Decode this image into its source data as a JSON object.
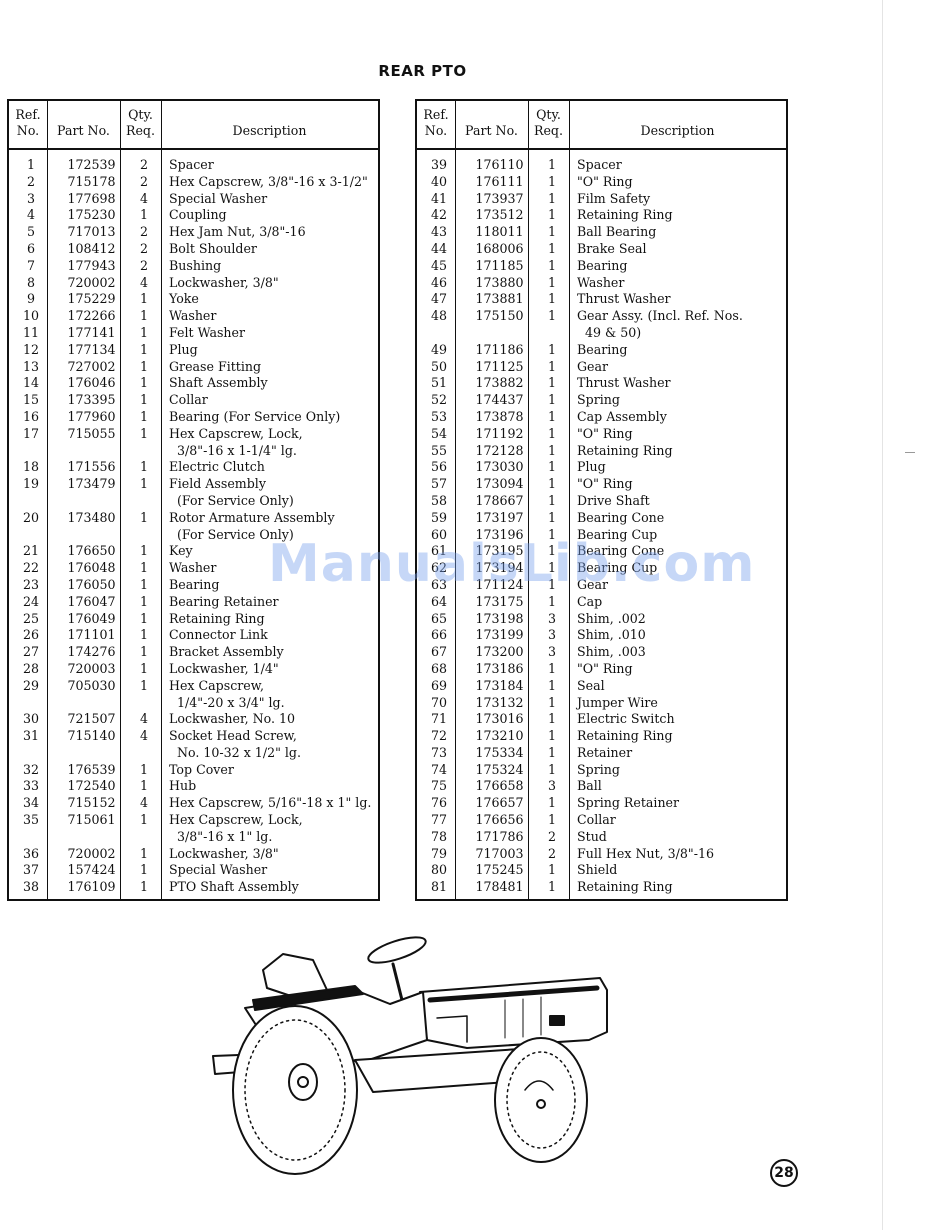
{
  "title": "REAR PTO",
  "columns": {
    "ref": [
      "Ref.",
      "No."
    ],
    "part": "Part No.",
    "qty": [
      "Qty.",
      "Req."
    ],
    "desc": "Description"
  },
  "tables": [
    {
      "rows": [
        {
          "ref": "1",
          "part": "172539",
          "qty": "2",
          "desc": "Spacer"
        },
        {
          "ref": "2",
          "part": "715178",
          "qty": "2",
          "desc": "Hex Capscrew, 3/8\"-16 x 3-1/2\""
        },
        {
          "ref": "3",
          "part": "177698",
          "qty": "4",
          "desc": "Special Washer"
        },
        {
          "ref": "4",
          "part": "175230",
          "qty": "1",
          "desc": "Coupling"
        },
        {
          "ref": "5",
          "part": "717013",
          "qty": "2",
          "desc": "Hex Jam Nut, 3/8\"-16"
        },
        {
          "ref": "6",
          "part": "108412",
          "qty": "2",
          "desc": "Bolt Shoulder"
        },
        {
          "ref": "7",
          "part": "177943",
          "qty": "2",
          "desc": "Bushing"
        },
        {
          "ref": "8",
          "part": "720002",
          "qty": "4",
          "desc": "Lockwasher, 3/8\""
        },
        {
          "ref": "9",
          "part": "175229",
          "qty": "1",
          "desc": "Yoke"
        },
        {
          "ref": "10",
          "part": "172266",
          "qty": "1",
          "desc": "Washer"
        },
        {
          "ref": "11",
          "part": "177141",
          "qty": "1",
          "desc": "Felt Washer"
        },
        {
          "ref": "12",
          "part": "177134",
          "qty": "1",
          "desc": "Plug"
        },
        {
          "ref": "13",
          "part": "727002",
          "qty": "1",
          "desc": "Grease Fitting"
        },
        {
          "ref": "14",
          "part": "176046",
          "qty": "1",
          "desc": "Shaft Assembly"
        },
        {
          "ref": "15",
          "part": "173395",
          "qty": "1",
          "desc": "Collar"
        },
        {
          "ref": "16",
          "part": "177960",
          "qty": "1",
          "desc": "Bearing (For Service Only)"
        },
        {
          "ref": "17",
          "part": "715055",
          "qty": "1",
          "desc": "Hex Capscrew, Lock,\n  3/8\"-16 x 1-1/4\" lg."
        },
        {
          "ref": "18",
          "part": "171556",
          "qty": "1",
          "desc": "Electric Clutch"
        },
        {
          "ref": "19",
          "part": "173479",
          "qty": "1",
          "desc": "Field Assembly\n  (For Service Only)"
        },
        {
          "ref": "20",
          "part": "173480",
          "qty": "1",
          "desc": "Rotor Armature Assembly\n  (For Service Only)"
        },
        {
          "ref": "21",
          "part": "176650",
          "qty": "1",
          "desc": "Key"
        },
        {
          "ref": "22",
          "part": "176048",
          "qty": "1",
          "desc": "Washer"
        },
        {
          "ref": "23",
          "part": "176050",
          "qty": "1",
          "desc": "Bearing"
        },
        {
          "ref": "24",
          "part": "176047",
          "qty": "1",
          "desc": "Bearing Retainer"
        },
        {
          "ref": "25",
          "part": "176049",
          "qty": "1",
          "desc": "Retaining Ring"
        },
        {
          "ref": "26",
          "part": "171101",
          "qty": "1",
          "desc": "Connector Link"
        },
        {
          "ref": "27",
          "part": "174276",
          "qty": "1",
          "desc": "Bracket Assembly"
        },
        {
          "ref": "28",
          "part": "720003",
          "qty": "1",
          "desc": "Lockwasher, 1/4\""
        },
        {
          "ref": "29",
          "part": "705030",
          "qty": "1",
          "desc": "Hex Capscrew,\n  1/4\"-20 x 3/4\" lg."
        },
        {
          "ref": "30",
          "part": "721507",
          "qty": "4",
          "desc": "Lockwasher, No. 10"
        },
        {
          "ref": "31",
          "part": "715140",
          "qty": "4",
          "desc": "Socket Head Screw,\n  No. 10-32 x 1/2\" lg."
        },
        {
          "ref": "32",
          "part": "176539",
          "qty": "1",
          "desc": "Top Cover"
        },
        {
          "ref": "33",
          "part": "172540",
          "qty": "1",
          "desc": "Hub"
        },
        {
          "ref": "34",
          "part": "715152",
          "qty": "4",
          "desc": "Hex Capscrew, 5/16\"-18 x 1\" lg."
        },
        {
          "ref": "35",
          "part": "715061",
          "qty": "1",
          "desc": "Hex Capscrew, Lock,\n  3/8\"-16 x 1\" lg."
        },
        {
          "ref": "36",
          "part": "720002",
          "qty": "1",
          "desc": "Lockwasher, 3/8\""
        },
        {
          "ref": "37",
          "part": "157424",
          "qty": "1",
          "desc": "Special Washer"
        },
        {
          "ref": "38",
          "part": "176109",
          "qty": "1",
          "desc": "PTO Shaft Assembly"
        }
      ]
    },
    {
      "rows": [
        {
          "ref": "39",
          "part": "176110",
          "qty": "1",
          "desc": "Spacer"
        },
        {
          "ref": "40",
          "part": "176111",
          "qty": "1",
          "desc": "\"O\" Ring"
        },
        {
          "ref": "41",
          "part": "173937",
          "qty": "1",
          "desc": "Film Safety"
        },
        {
          "ref": "42",
          "part": "173512",
          "qty": "1",
          "desc": "Retaining Ring"
        },
        {
          "ref": "43",
          "part": "118011",
          "qty": "1",
          "desc": "Ball Bearing"
        },
        {
          "ref": "44",
          "part": "168006",
          "qty": "1",
          "desc": "Brake Seal"
        },
        {
          "ref": "45",
          "part": "171185",
          "qty": "1",
          "desc": "Bearing"
        },
        {
          "ref": "46",
          "part": "173880",
          "qty": "1",
          "desc": "Washer"
        },
        {
          "ref": "47",
          "part": "173881",
          "qty": "1",
          "desc": "Thrust Washer"
        },
        {
          "ref": "48",
          "part": "175150",
          "qty": "1",
          "desc": "Gear Assy. (Incl. Ref. Nos.\n  49 & 50)"
        },
        {
          "ref": "49",
          "part": "171186",
          "qty": "1",
          "desc": "Bearing"
        },
        {
          "ref": "50",
          "part": "171125",
          "qty": "1",
          "desc": "Gear"
        },
        {
          "ref": "51",
          "part": "173882",
          "qty": "1",
          "desc": "Thrust Washer"
        },
        {
          "ref": "52",
          "part": "174437",
          "qty": "1",
          "desc": "Spring"
        },
        {
          "ref": "53",
          "part": "173878",
          "qty": "1",
          "desc": "Cap Assembly"
        },
        {
          "ref": "54",
          "part": "171192",
          "qty": "1",
          "desc": "\"O\" Ring"
        },
        {
          "ref": "55",
          "part": "172128",
          "qty": "1",
          "desc": "Retaining Ring"
        },
        {
          "ref": "56",
          "part": "173030",
          "qty": "1",
          "desc": "Plug"
        },
        {
          "ref": "57",
          "part": "173094",
          "qty": "1",
          "desc": "\"O\" Ring"
        },
        {
          "ref": "58",
          "part": "178667",
          "qty": "1",
          "desc": "Drive Shaft"
        },
        {
          "ref": "59",
          "part": "173197",
          "qty": "1",
          "desc": "Bearing Cone"
        },
        {
          "ref": "60",
          "part": "173196",
          "qty": "1",
          "desc": "Bearing Cup"
        },
        {
          "ref": "61",
          "part": "173195",
          "qty": "1",
          "desc": "Bearing Cone"
        },
        {
          "ref": "62",
          "part": "173194",
          "qty": "1",
          "desc": "Bearing Cup"
        },
        {
          "ref": "63",
          "part": "171124",
          "qty": "1",
          "desc": "Gear"
        },
        {
          "ref": "64",
          "part": "173175",
          "qty": "1",
          "desc": "Cap"
        },
        {
          "ref": "65",
          "part": "173198",
          "qty": "3",
          "desc": "Shim, .002"
        },
        {
          "ref": "66",
          "part": "173199",
          "qty": "3",
          "desc": "Shim, .010"
        },
        {
          "ref": "67",
          "part": "173200",
          "qty": "3",
          "desc": "Shim, .003"
        },
        {
          "ref": "68",
          "part": "173186",
          "qty": "1",
          "desc": "\"O\" Ring"
        },
        {
          "ref": "69",
          "part": "173184",
          "qty": "1",
          "desc": "Seal"
        },
        {
          "ref": "70",
          "part": "173132",
          "qty": "1",
          "desc": "Jumper Wire"
        },
        {
          "ref": "71",
          "part": "173016",
          "qty": "1",
          "desc": "Electric Switch"
        },
        {
          "ref": "72",
          "part": "173210",
          "qty": "1",
          "desc": "Retaining Ring"
        },
        {
          "ref": "73",
          "part": "175334",
          "qty": "1",
          "desc": "Retainer"
        },
        {
          "ref": "74",
          "part": "175324",
          "qty": "1",
          "desc": "Spring"
        },
        {
          "ref": "75",
          "part": "176658",
          "qty": "3",
          "desc": "Ball"
        },
        {
          "ref": "76",
          "part": "176657",
          "qty": "1",
          "desc": "Spring Retainer"
        },
        {
          "ref": "77",
          "part": "176656",
          "qty": "1",
          "desc": "Collar"
        },
        {
          "ref": "78",
          "part": "171786",
          "qty": "2",
          "desc": "Stud"
        },
        {
          "ref": "79",
          "part": "717003",
          "qty": "2",
          "desc": "Full Hex Nut, 3/8\"-16"
        },
        {
          "ref": "80",
          "part": "175245",
          "qty": "1",
          "desc": "Shield"
        },
        {
          "ref": "81",
          "part": "178481",
          "qty": "1",
          "desc": "Retaining Ring"
        }
      ]
    }
  ],
  "watermark": "ManualsLib.com",
  "illustration": "lawn-tractor-illustration",
  "page_number": "28"
}
